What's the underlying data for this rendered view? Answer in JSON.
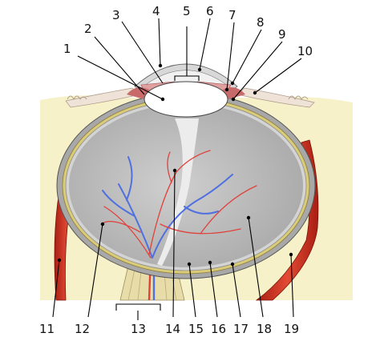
{
  "diagram": {
    "labels": [
      {
        "id": "1",
        "text": "1"
      },
      {
        "id": "2",
        "text": "2"
      },
      {
        "id": "3",
        "text": "3"
      },
      {
        "id": "4",
        "text": "4"
      },
      {
        "id": "5",
        "text": "5"
      },
      {
        "id": "6",
        "text": "6"
      },
      {
        "id": "7",
        "text": "7"
      },
      {
        "id": "8",
        "text": "8"
      },
      {
        "id": "9",
        "text": "9"
      },
      {
        "id": "10",
        "text": "10"
      },
      {
        "id": "11",
        "text": "11"
      },
      {
        "id": "12",
        "text": "12"
      },
      {
        "id": "13",
        "text": "13"
      },
      {
        "id": "14",
        "text": "14"
      },
      {
        "id": "15",
        "text": "15"
      },
      {
        "id": "16",
        "text": "16"
      },
      {
        "id": "17",
        "text": "17"
      },
      {
        "id": "18",
        "text": "18"
      },
      {
        "id": "19",
        "text": "19"
      }
    ],
    "colors": {
      "background": "#ffffff",
      "orbit_fat": "#f6f1c8",
      "sclera": "#b9b9b9",
      "choroid": "#e2d27a",
      "vitreous": "#c8c8c8",
      "lens": "#ffffff",
      "muscle": "#d23a2a",
      "artery": "#e0413a",
      "vein": "#5070e0",
      "iris": "#e0a0a0"
    }
  }
}
